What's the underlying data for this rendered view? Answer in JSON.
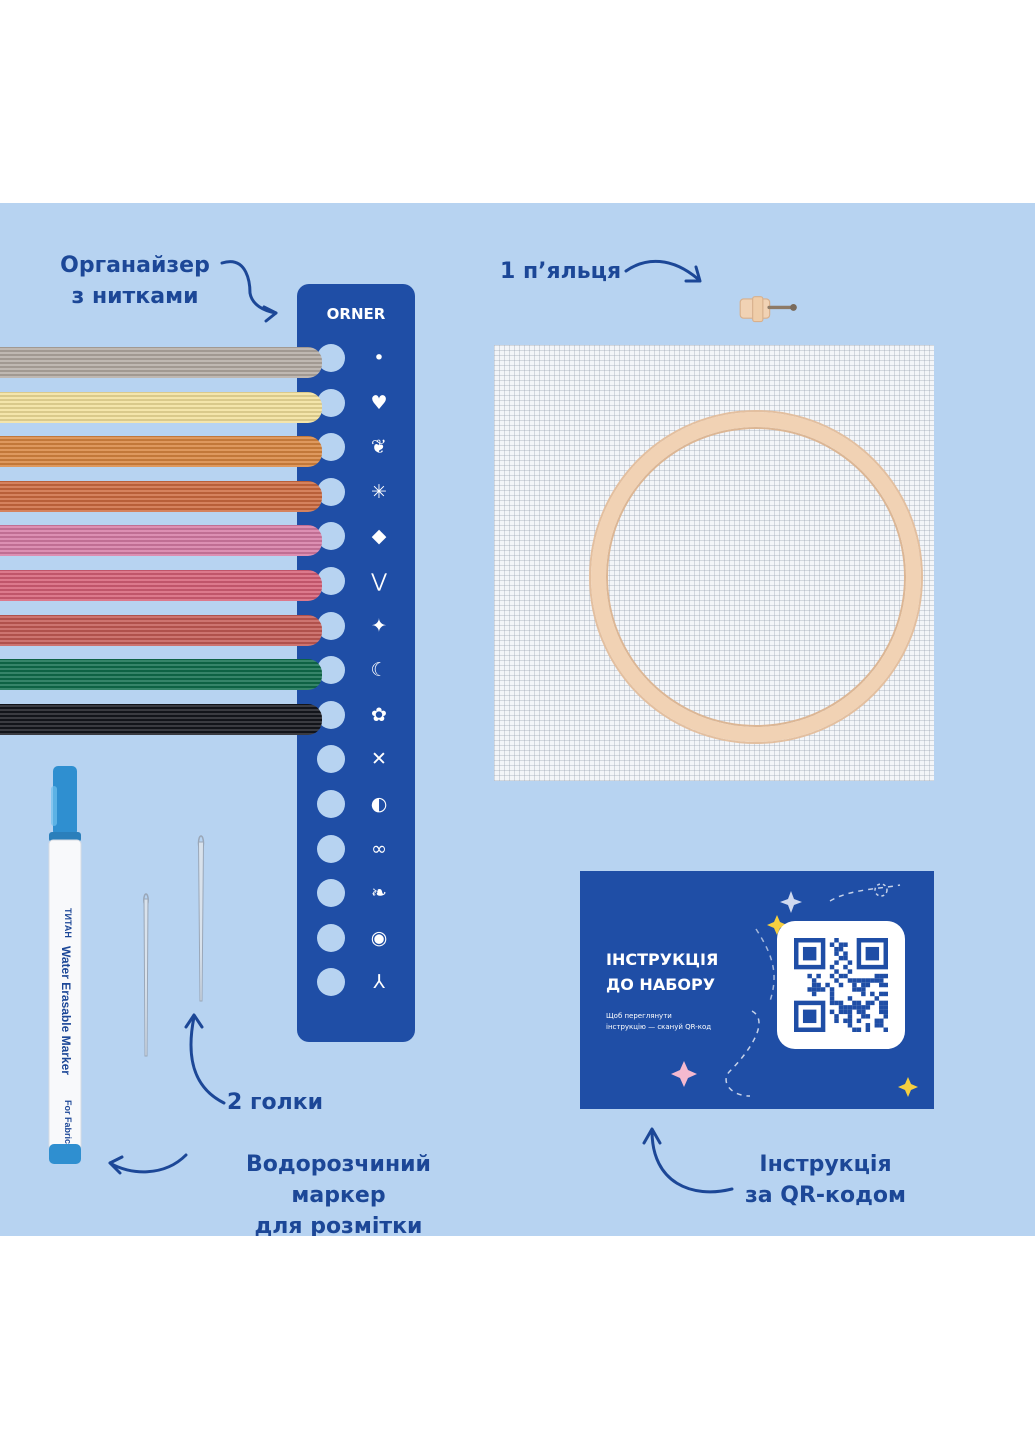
{
  "labels": {
    "organizer": [
      "Органайзер",
      "з нитками"
    ],
    "hoop": "1 п’яльця",
    "needles": "2 голки",
    "marker": [
      "Водорозчиний маркер",
      "для розмітки"
    ],
    "instruction": [
      "Інструкція",
      "за QR-кодом"
    ]
  },
  "organizer": {
    "brand": "ORNER",
    "symbols": [
      "dot-icon",
      "heart-icon",
      "lotus-icon",
      "snowflake-icon",
      "diamond-icon",
      "chevron-icon",
      "sparkle-icon",
      "moon-icon",
      "flower-icon",
      "cross-icon",
      "half-circle-icon",
      "infinity-icon",
      "leaf-icon",
      "eye-icon",
      "sprout-icon"
    ],
    "thread_colors": [
      "#b3aaa3",
      "#f2e09b",
      "#d8853f",
      "#cd6a3f",
      "#d67aa4",
      "#d65f76",
      "#c45a55",
      "#0f6d4c",
      "#14161d"
    ]
  },
  "marker": {
    "line1": "Water Erasable Marker",
    "line2": "For Fabric",
    "brand": "ТИТАН"
  },
  "card": {
    "title": [
      "ІНСТРУКЦІЯ",
      "ДО НАБОРУ"
    ],
    "subtitle": [
      "Щоб переглянути",
      "інструкцію — скануй QR-код"
    ]
  },
  "colors": {
    "background": "#b7d3f1",
    "accent": "#1f4ea6",
    "label": "#1c4797",
    "fabric": "#f3f5f8",
    "hoop": "#f1d2b4"
  }
}
